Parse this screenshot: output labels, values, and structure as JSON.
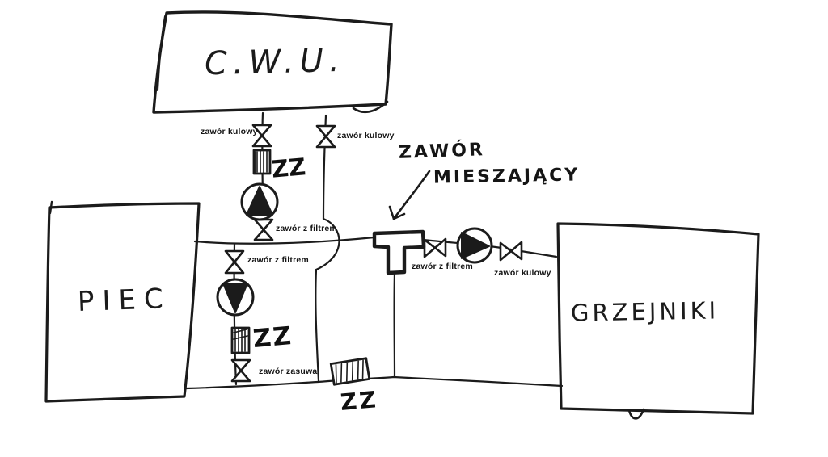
{
  "diagram": {
    "type": "hand-drawn heating system sketch",
    "colors": {
      "ink": "#1b1b1b",
      "background": "#ffffff"
    },
    "boxes": {
      "cwu": "C.W.U.",
      "piec": "PIEC",
      "grzejniki": "GRZEJNIKI"
    },
    "labels": {
      "ball_valve": "zawór kulowy",
      "filter_valve": "zawór z filtrem",
      "gate_valve": "zawór zasuwa",
      "check_valve_mark": "ZZ"
    },
    "annotation": {
      "line1": "ZAWÓR",
      "line2": "MIESZAJĄCY"
    },
    "icons": {
      "ball_valve": "bowtie-valve-icon",
      "filter_valve": "bowtie-valve-icon",
      "gate_valve": "bowtie-valve-icon",
      "check_valve": "hatched-rect-valve-icon",
      "pump": "circle-triangle-pump-icon",
      "mixing_valve": "t-shape-valve-icon",
      "annotation_arrow": "arrow-down-left-icon"
    }
  }
}
